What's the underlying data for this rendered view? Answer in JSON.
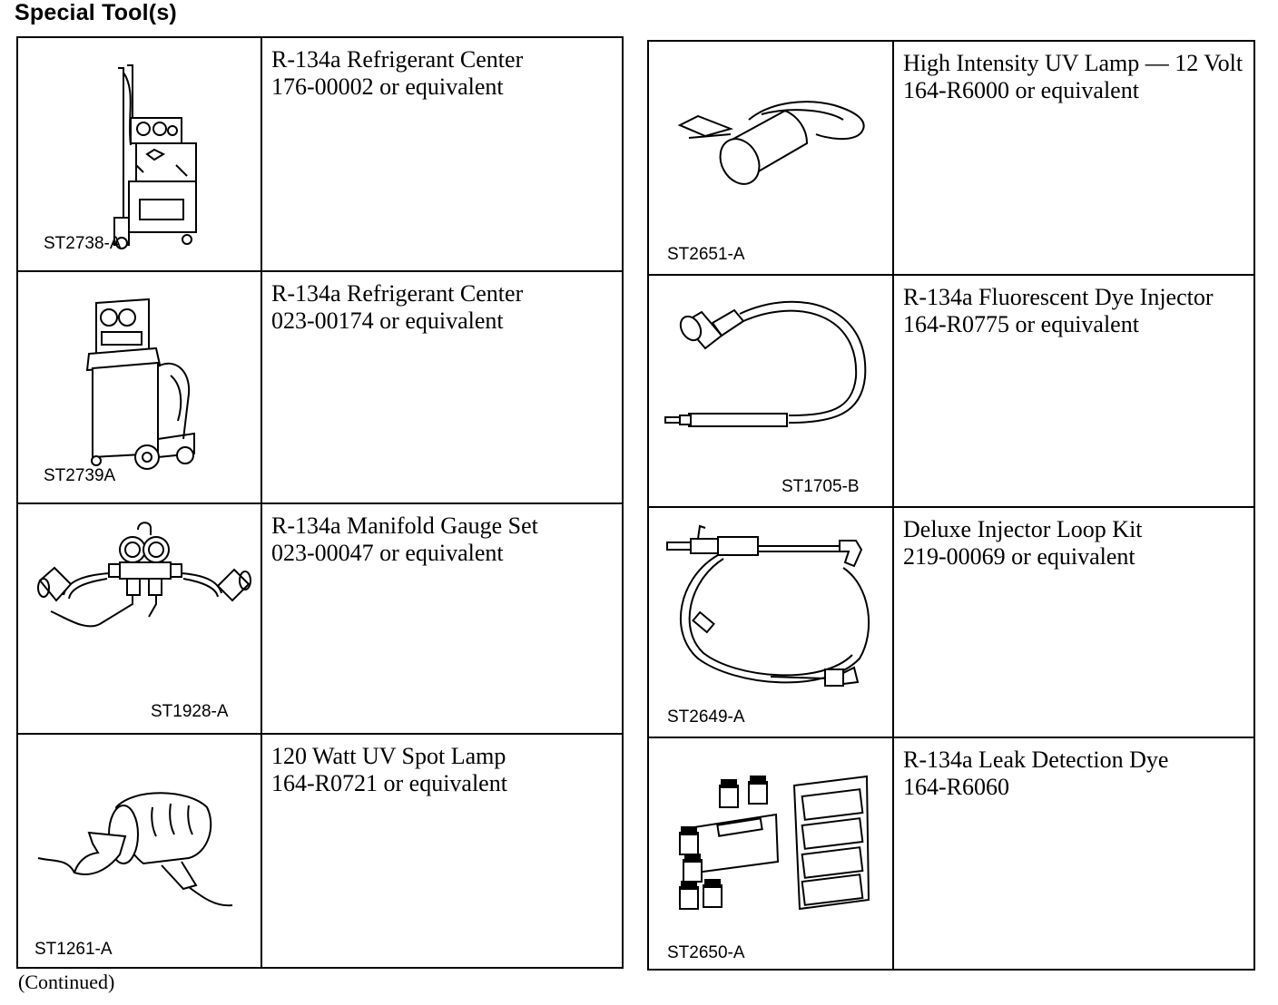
{
  "heading": "Special Tool(s)",
  "left_tools": [
    {
      "name": "R-134a Refrigerant Center",
      "part": "176-00002 or equivalent",
      "code": "ST2738-A",
      "icon": "refrigerant-center-cart-icon"
    },
    {
      "name": "R-134a Refrigerant Center",
      "part": "023-00174 or equivalent",
      "code": "ST2739A",
      "icon": "refrigerant-recovery-station-icon"
    },
    {
      "name": "R-134a Manifold Gauge Set",
      "part": "023-00047 or equivalent",
      "code": "ST1928-A",
      "icon": "manifold-gauge-set-icon"
    },
    {
      "name": "120 Watt UV Spot Lamp",
      "part": "164-R0721 or equivalent",
      "code": "ST1261-A",
      "icon": "uv-spot-lamp-icon"
    }
  ],
  "right_tools": [
    {
      "name": "High Intensity UV Lamp — 12 Volt",
      "part": "164-R6000 or equivalent",
      "code": "ST2651-A",
      "icon": "uv-lamp-12v-icon"
    },
    {
      "name": "R-134a Fluorescent Dye Injector",
      "part": "164-R0775 or equivalent",
      "code": "ST1705-B",
      "icon": "dye-injector-icon"
    },
    {
      "name": "Deluxe Injector Loop Kit",
      "part": "219-00069 or equivalent",
      "code": "ST2649-A",
      "icon": "injector-loop-kit-icon"
    },
    {
      "name": "R-134a Leak Detection Dye",
      "part": "164-R6060",
      "code": "ST2650-A",
      "icon": "leak-detection-dye-kit-icon"
    }
  ],
  "footer": "(Continued)"
}
